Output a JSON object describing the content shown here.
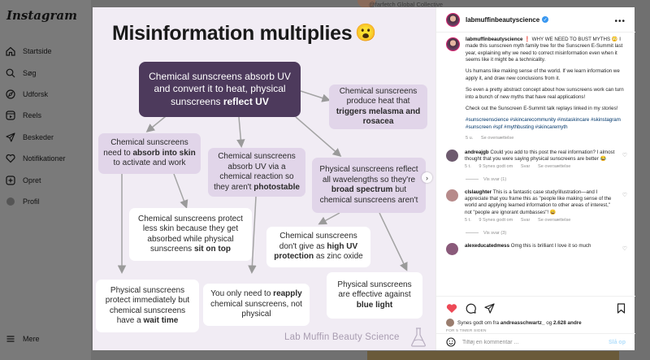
{
  "sidebar": {
    "logo": "Instagram",
    "items": [
      {
        "label": "Startside",
        "icon": "home-icon"
      },
      {
        "label": "Søg",
        "icon": "search-icon"
      },
      {
        "label": "Udforsk",
        "icon": "explore-icon"
      },
      {
        "label": "Reels",
        "icon": "reels-icon"
      },
      {
        "label": "Beskeder",
        "icon": "messages-icon"
      },
      {
        "label": "Notifikationer",
        "icon": "heart-icon"
      },
      {
        "label": "Opret",
        "icon": "create-icon"
      },
      {
        "label": "Profil",
        "icon": "profile-icon"
      }
    ],
    "more_label": "Mere"
  },
  "feed": {
    "top_text": "@farfetch Global Collective"
  },
  "infographic": {
    "title": "Misinformation multiplies",
    "title_glyph": "😮",
    "boxes": {
      "root": {
        "pre": "Chemical sunscreens absorb UV and convert it to heat, physical sunscreens ",
        "bold": "reflect UV",
        "post": ""
      },
      "heat": {
        "pre": "Chemical sunscreens produce heat that ",
        "bold": "triggers melasma and rosacea",
        "post": ""
      },
      "absorb_skin": {
        "pre": "Chemical sunscreens need to ",
        "bold": "absorb into skin",
        "post": " to activate and work"
      },
      "photostable": {
        "pre": "Chemical sunscreens absorb UV via a chemical reaction so they aren't ",
        "bold": "photostable",
        "post": ""
      },
      "reflect_all": {
        "pre": "Physical sunscreens reflect all wavelengths so they're ",
        "bold": "broad spectrum",
        "post": " but chemical sunscreens aren't"
      },
      "protect_less": {
        "pre": "Chemical sunscreens protect less skin because they get absorbed while physical sunscreens ",
        "bold": "sit on top",
        "post": ""
      },
      "high_uv": {
        "pre": "Chemical sunscreens don't give as ",
        "bold": "high UV protection",
        "post": " as zinc oxide"
      },
      "wait_time": {
        "pre": "Physical sunscreens protect immediately but chemical sunscreens have a ",
        "bold": "wait time",
        "post": ""
      },
      "reapply": {
        "pre": "You only need to ",
        "bold": "reapply",
        "post": " chemical sunscreens, not physical"
      },
      "blue_light": {
        "pre": "Physical sunscreens are effective against ",
        "bold": "blue light",
        "post": ""
      }
    },
    "footer": "Lab Muffin Beauty Science"
  },
  "post": {
    "username": "labmuffinbeautyscience",
    "caption_username": "labmuffinbeautyscience",
    "caption_paragraphs": [
      "❗️ WHY WE NEED TO BUST MYTHS 😳 I made this sunscreen myth family tree for the Sunscreen E-Summit last year, explaining why we need to correct misinformation even when it seems like it might be a technicality.",
      "Us humans like making sense of the world. If we learn information we apply it, and draw new conclusions from it.",
      "So even a pretty abstract concept about how sunscreens work can turn into a bunch of new myths that have real applications!",
      "Check out the Sunscreen E-Summit talk replays linked in my stories!"
    ],
    "hashtags": "#sunscreenscience #skincarecommunity #instaskincare #skinstagram #sunscreen #spf #mythbusting #skincaremyth",
    "caption_time": "5 u.",
    "see_translation": "Se oversættelse",
    "comments": [
      {
        "username": "andreajgb",
        "text": "Could you add to this post the real information? I almost thought that you were saying physical sunscreens are better 😂",
        "time": "5 t.",
        "likes": "9 Synes godt om",
        "reply": "Svar",
        "translate": "Se oversættelse",
        "view_replies": "Vis svar (1)",
        "avatar_color": "#6d5a6e"
      },
      {
        "username": "clslaughter",
        "text": "This is a fantastic case study/illustration—and I appreciate that you frame this as \"people like making sense of the world and applying learned information to other areas of interest,\" not \"people are ignorant dumbasses\"! 😀",
        "time": "5 t.",
        "likes": "9 Synes godt om",
        "reply": "Svar",
        "translate": "Se oversættelse",
        "view_replies": "Vis svar (3)",
        "avatar_color": "#b78a8a"
      },
      {
        "username": "alexeducatedmess",
        "text": "Omg this is brilliant I love it so much",
        "time": "",
        "likes": "",
        "reply": "",
        "translate": "",
        "view_replies": "",
        "avatar_color": "#8a5a7a"
      }
    ],
    "liked_by_prefix": "Synes godt om fra",
    "liked_by_user": "andreasschwartz_",
    "liked_by_suffix": "og",
    "liked_by_count": "2.628 andre",
    "date": "FOR 5 TIMER SIDEN",
    "comment_placeholder": "Tilføj en kommentar ...",
    "post_button": "Slå op"
  },
  "colors": {
    "root_box": "#4d3a5c",
    "lilac_box": "#e1d5e9",
    "image_bg": "#f1ecf4",
    "like_heart": "#ed4956",
    "verified": "#3897f0"
  }
}
